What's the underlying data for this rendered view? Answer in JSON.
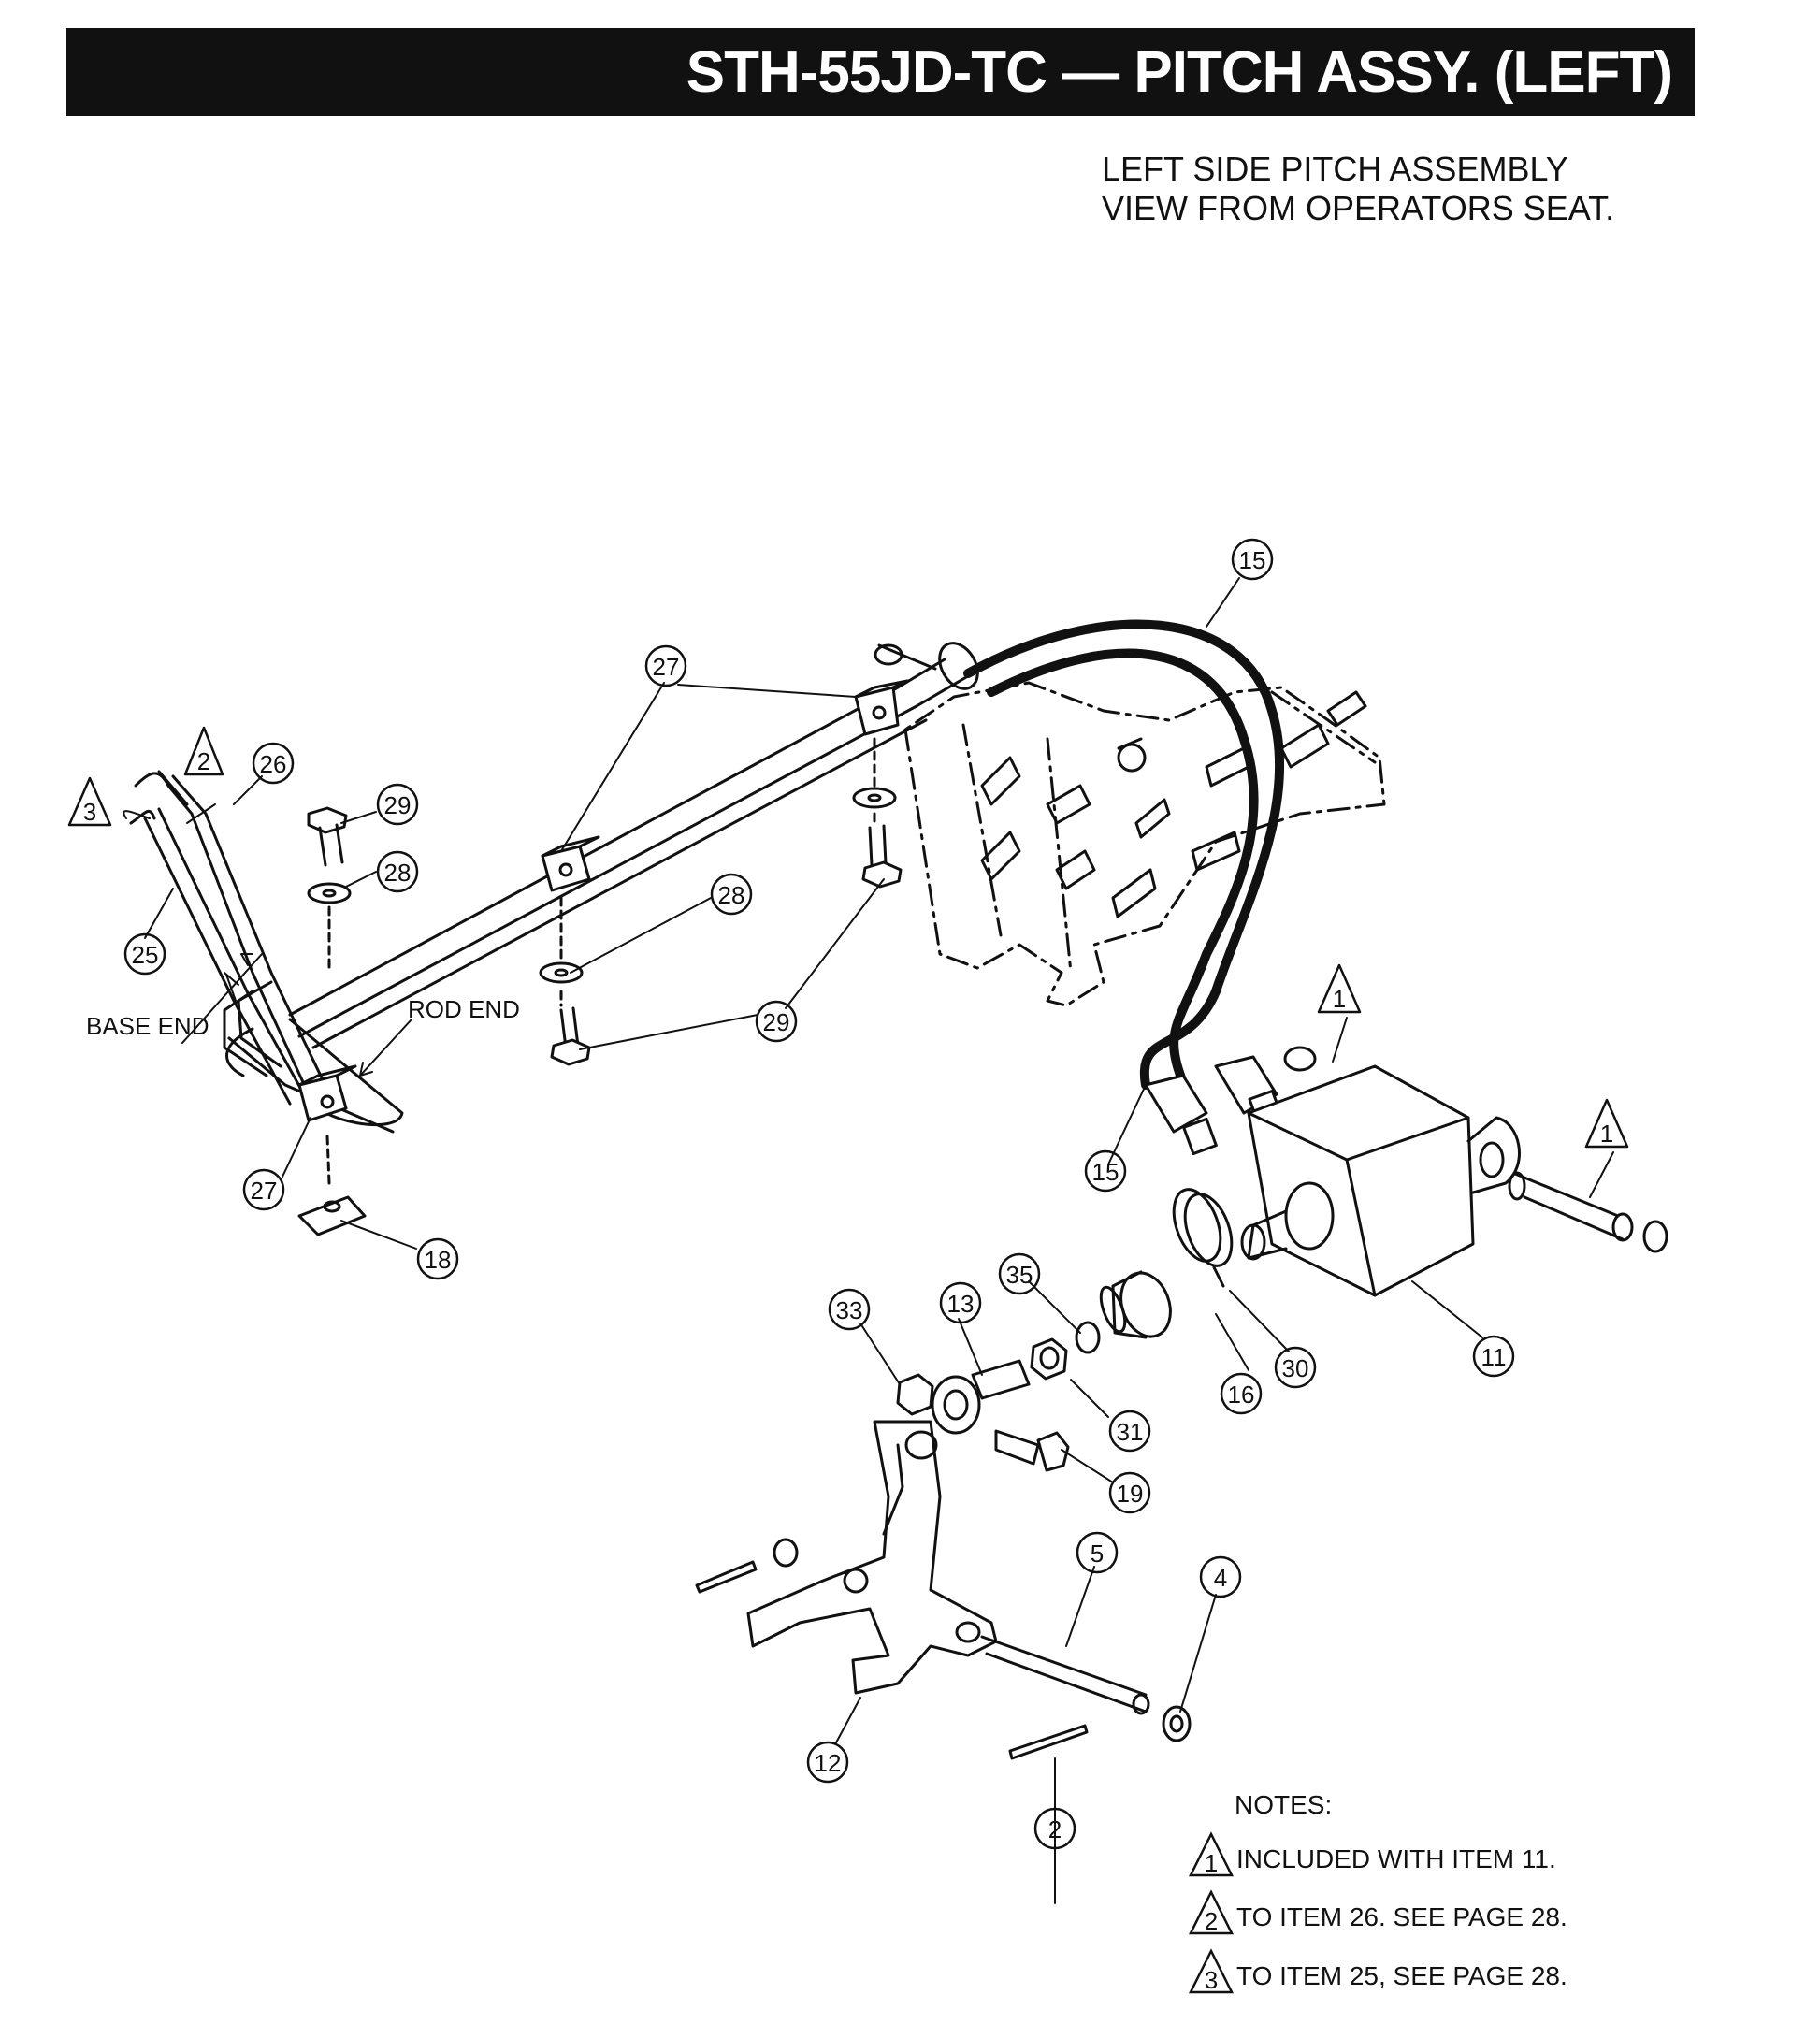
{
  "header": {
    "title": "STH-55JD-TC — PITCH ASSY. (LEFT)"
  },
  "caption": {
    "line1": "LEFT SIDE PITCH  ASSEMBLY",
    "line2": "VIEW FROM OPERATORS SEAT."
  },
  "labels": {
    "base_end": "BASE END",
    "rod_end": "ROD END"
  },
  "callouts": [
    "15",
    "27",
    "26",
    "29",
    "28",
    "25",
    "28",
    "29",
    "27",
    "18",
    "15",
    "11",
    "35",
    "13",
    "33",
    "16",
    "30",
    "31",
    "19",
    "5",
    "4",
    "12",
    "2"
  ],
  "flag_markers": [
    "2",
    "3",
    "1",
    "1"
  ],
  "notes": {
    "heading": "NOTES:",
    "items": [
      {
        "marker": "1",
        "text": "INCLUDED WITH ITEM 11."
      },
      {
        "marker": "2",
        "text": "TO ITEM 26. SEE PAGE 28."
      },
      {
        "marker": "3",
        "text": "TO ITEM 25, SEE PAGE 28."
      }
    ]
  },
  "colors": {
    "title_bar": "#111111",
    "title_text": "#ffffff",
    "line": "#111111"
  }
}
